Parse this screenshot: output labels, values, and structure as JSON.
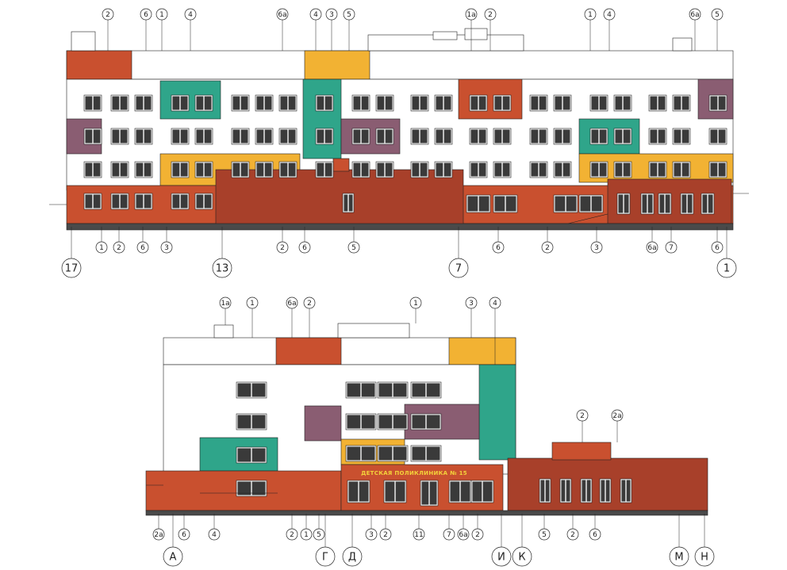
{
  "colors": {
    "terracotta": "#c9502f",
    "terracotta_dark": "#a8402a",
    "yellow": "#f2b233",
    "teal": "#2fa58a",
    "mauve": "#8a5d72",
    "white": "#ffffff",
    "plinth": "#4a4a4a",
    "window": "#3a3a3a",
    "line": "#222222"
  },
  "upper_elevation": {
    "top_callouts": [
      "2",
      "6",
      "1",
      "4",
      "6а",
      "4",
      "3",
      "5",
      "1а",
      "2",
      "1",
      "4",
      "6а",
      "5"
    ],
    "bottom_callouts": [
      "1",
      "2",
      "6",
      "3",
      "2",
      "6",
      "5",
      "6",
      "2",
      "3",
      "6а",
      "7",
      "6"
    ],
    "axes": [
      "17",
      "13",
      "7",
      "1"
    ]
  },
  "lower_elevation": {
    "top_callouts": [
      "1а",
      "1",
      "6а",
      "2",
      "1",
      "3",
      "4",
      "2",
      "2а"
    ],
    "bottom_callouts": [
      "2а",
      "6",
      "4",
      "2",
      "1",
      "5",
      "3",
      "2",
      "11",
      "7",
      "6а",
      "2",
      "5",
      "2",
      "6"
    ],
    "axes": [
      "А",
      "Г",
      "Д",
      "И",
      "К",
      "М",
      "Н"
    ],
    "sign_text": "ДЕТСКАЯ ПОЛИКЛИНИКА № 15"
  }
}
